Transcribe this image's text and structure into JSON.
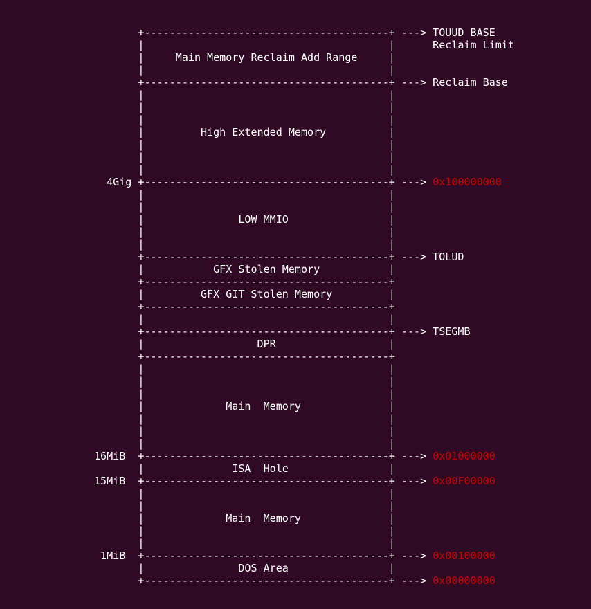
{
  "terminal": {
    "background": "#300a24",
    "foreground": "#ffffff",
    "hex_color": "#cc0000",
    "lines": [
      {
        "text": "       +---------------------------------------+ ---> TOUUD BASE",
        "hex": ""
      },
      {
        "text": "       |                                       |      Reclaim Limit",
        "hex": ""
      },
      {
        "text": "       |     Main Memory Reclaim Add Range     |",
        "hex": ""
      },
      {
        "text": "       |                                       |",
        "hex": ""
      },
      {
        "text": "       +---------------------------------------+ ---> Reclaim Base",
        "hex": ""
      },
      {
        "text": "       |                                       |",
        "hex": ""
      },
      {
        "text": "       |                                       |",
        "hex": ""
      },
      {
        "text": "       |                                       |",
        "hex": ""
      },
      {
        "text": "       |         High Extended Memory          |",
        "hex": ""
      },
      {
        "text": "       |                                       |",
        "hex": ""
      },
      {
        "text": "       |                                       |",
        "hex": ""
      },
      {
        "text": "       |                                       |",
        "hex": ""
      },
      {
        "text": "  4Gig +---------------------------------------+ ---> ",
        "hex": "0x100000000"
      },
      {
        "text": "       |                                       |",
        "hex": ""
      },
      {
        "text": "       |                                       |",
        "hex": ""
      },
      {
        "text": "       |               LOW MMIO                |",
        "hex": ""
      },
      {
        "text": "       |                                       |",
        "hex": ""
      },
      {
        "text": "       |                                       |",
        "hex": ""
      },
      {
        "text": "       +---------------------------------------+ ---> TOLUD",
        "hex": ""
      },
      {
        "text": "       |           GFX Stolen Memory           |",
        "hex": ""
      },
      {
        "text": "       +---------------------------------------+",
        "hex": ""
      },
      {
        "text": "       |         GFX GIT Stolen Memory         |",
        "hex": ""
      },
      {
        "text": "       +---------------------------------------+",
        "hex": ""
      },
      {
        "text": "       |                                       |",
        "hex": ""
      },
      {
        "text": "       +---------------------------------------+ ---> TSEGMB",
        "hex": ""
      },
      {
        "text": "       |                  DPR                  |",
        "hex": ""
      },
      {
        "text": "       +---------------------------------------+",
        "hex": ""
      },
      {
        "text": "       |                                       |",
        "hex": ""
      },
      {
        "text": "       |                                       |",
        "hex": ""
      },
      {
        "text": "       |                                       |",
        "hex": ""
      },
      {
        "text": "       |             Main  Memory              |",
        "hex": ""
      },
      {
        "text": "       |                                       |",
        "hex": ""
      },
      {
        "text": "       |                                       |",
        "hex": ""
      },
      {
        "text": "       |                                       |",
        "hex": ""
      },
      {
        "text": "16MiB  +---------------------------------------+ ---> ",
        "hex": "0x01000000"
      },
      {
        "text": "       |              ISA  Hole                |",
        "hex": ""
      },
      {
        "text": "15MiB  +---------------------------------------+ ---> ",
        "hex": "0x00F00000"
      },
      {
        "text": "       |                                       |",
        "hex": ""
      },
      {
        "text": "       |                                       |",
        "hex": ""
      },
      {
        "text": "       |             Main  Memory              |",
        "hex": ""
      },
      {
        "text": "       |                                       |",
        "hex": ""
      },
      {
        "text": "       |                                       |",
        "hex": ""
      },
      {
        "text": " 1MiB  +---------------------------------------+ ---> ",
        "hex": "0x00100000"
      },
      {
        "text": "       |               DOS Area                |",
        "hex": ""
      },
      {
        "text": "       +---------------------------------------+ ---> ",
        "hex": "0x00000000"
      }
    ]
  }
}
